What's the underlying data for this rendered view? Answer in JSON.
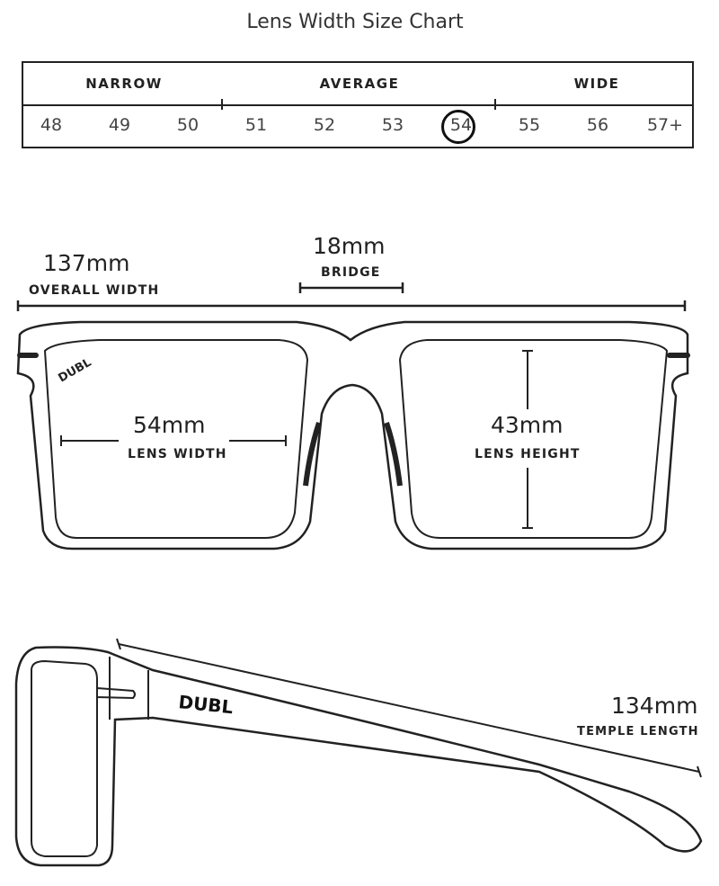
{
  "title": "Lens Width Size Chart",
  "size_chart": {
    "categories": [
      "NARROW",
      "AVERAGE",
      "WIDE"
    ],
    "sizes": [
      "48",
      "49",
      "50",
      "51",
      "52",
      "53",
      "54",
      "55",
      "56",
      "57+"
    ],
    "selected": "54"
  },
  "measurements": {
    "overall_width": {
      "value": "137mm",
      "label": "OVERALL WIDTH"
    },
    "bridge": {
      "value": "18mm",
      "label": "BRIDGE"
    },
    "lens_width": {
      "value": "54mm",
      "label": "LENS WIDTH"
    },
    "lens_height": {
      "value": "43mm",
      "label": "LENS HEIGHT"
    },
    "temple_length": {
      "value": "134mm",
      "label": "TEMPLE LENGTH"
    }
  },
  "brand": "DUBL"
}
